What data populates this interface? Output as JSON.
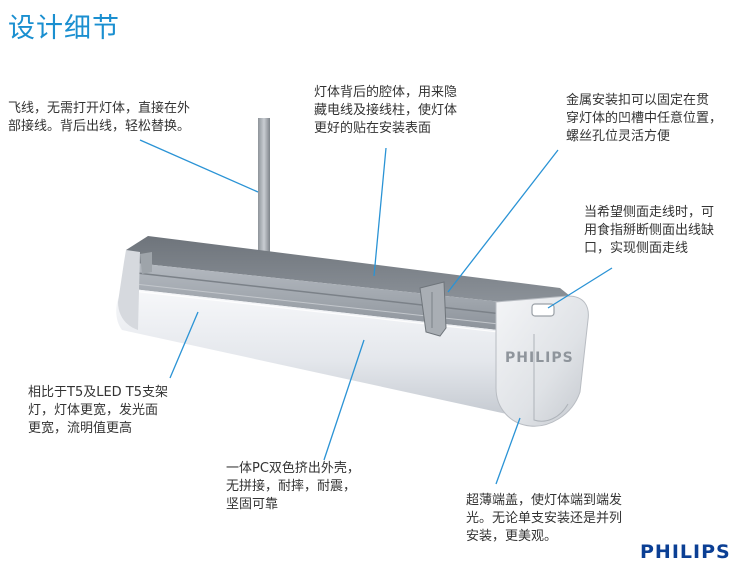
{
  "title": "设计细节",
  "brand": "PHILIPS",
  "cap_logo": "PHILIPS",
  "accent_color": "#1a8fd0",
  "brand_color": "#0b3f94",
  "callouts": {
    "wire": [
      "飞线，无需打开灯体，直接在外",
      "部接线。背后出线，轻松替换。"
    ],
    "cavity": [
      "灯体背后的腔体，用来隐",
      "藏电线及接线柱，使灯体",
      "更好的贴在安装表面"
    ],
    "clip": [
      "金属安装扣可以固定在贯",
      "穿灯体的凹槽中任意位置，",
      "螺丝孔位灵活方便"
    ],
    "side": [
      "当希望侧面走线时，可",
      "用食指掰断侧面出线缺",
      "口，实现侧面走线"
    ],
    "compare": [
      "相比于T5及LED T5支架",
      "灯，灯体更宽，发光面",
      "更宽，流明值更高"
    ],
    "shell": [
      "一体PC双色挤出外壳，",
      "无拼接，耐摔，耐震，",
      "坚固可靠"
    ],
    "endcap": [
      "超薄端盖，使灯体端到端发",
      "光。无论单支安装还是并列",
      "安装，更美观。"
    ]
  }
}
